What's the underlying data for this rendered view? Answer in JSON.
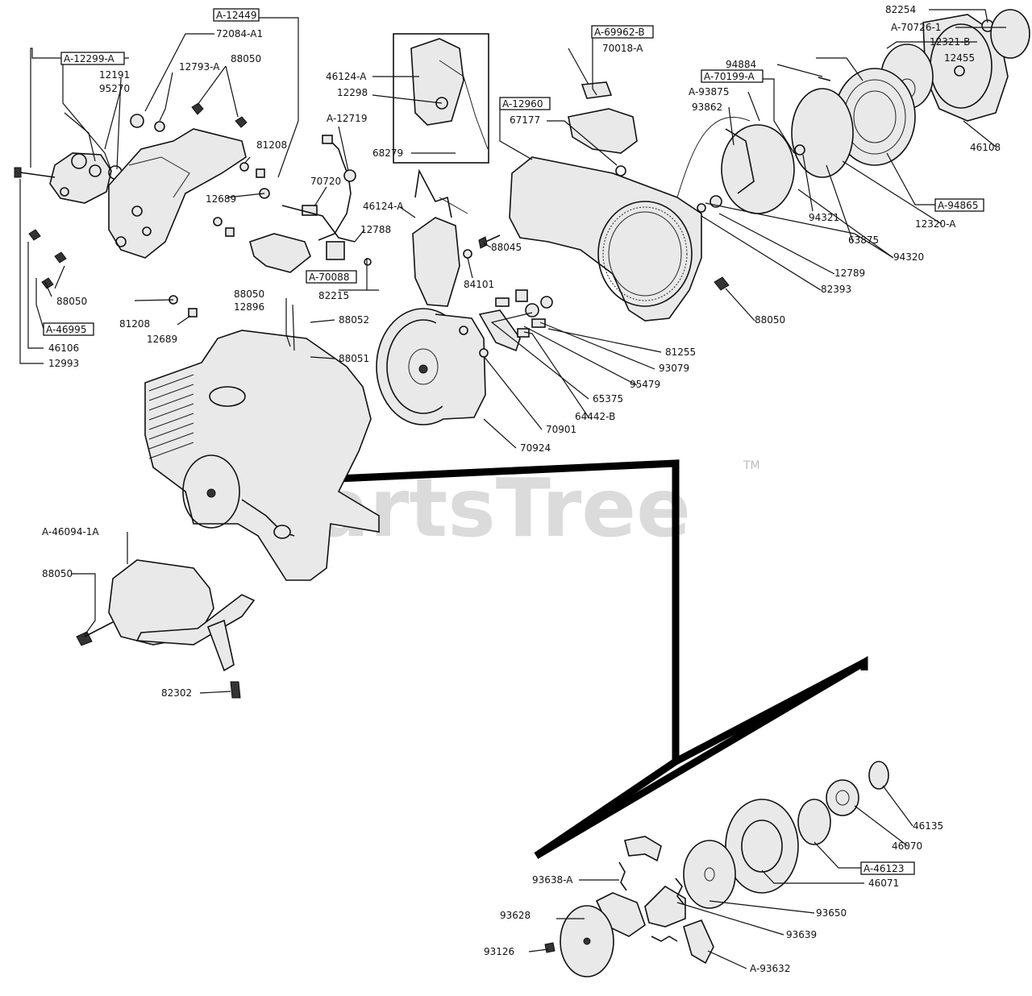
{
  "watermark": {
    "text": "PartsTree",
    "tm": "TM"
  },
  "labels": {
    "l01": "A-12449",
    "l02": "72084-A1",
    "l03": "A-12299-A",
    "l04": "12793-A",
    "l05": "88050",
    "l06": "12191",
    "l07": "95270",
    "l08": "81208",
    "l09": "70720",
    "l10": "12689",
    "l11": "A-12719",
    "l12": "46124-A",
    "l13": "12298",
    "l14": "68279",
    "l15": "A-69962-B",
    "l16": "70018-A",
    "l17": "A-12960",
    "l18": "67177",
    "l19": "82254",
    "l20": "A-70726-1",
    "l21": "12321-B",
    "l22": "12455",
    "l23": "94884",
    "l24": "A-70199-A",
    "l25": "A-93875",
    "l26": "93862",
    "l27": "46108",
    "l28": "A-94865",
    "l29": "46124-A",
    "l30": "12788",
    "l31": "A-70088",
    "l32": "82215",
    "l33": "88045",
    "l34": "84101",
    "l35": "94321",
    "l36": "12320-A",
    "l37": "63875",
    "l38": "94320",
    "l39": "12789",
    "l40": "82393",
    "l41": "88050",
    "l42": "88050",
    "l43": "A-46995",
    "l44": "46106",
    "l45": "12993",
    "l46": "81208",
    "l47": "12689",
    "l48": "88050",
    "l49": "12896",
    "l50": "88052",
    "l51": "88051",
    "l52": "81255",
    "l53": "93079",
    "l54": "95479",
    "l55": "65375",
    "l56": "64442-B",
    "l57": "70901",
    "l58": "70924",
    "l59": "A-46094-1A",
    "l60": "88050",
    "l61": "82302",
    "l62": "46135",
    "l63": "46070",
    "l64": "A-46123",
    "l65": "46071",
    "l66": "93638-A",
    "l67": "93650",
    "l68": "93628",
    "l69": "93639",
    "l70": "93126",
    "l71": "A-93632"
  }
}
